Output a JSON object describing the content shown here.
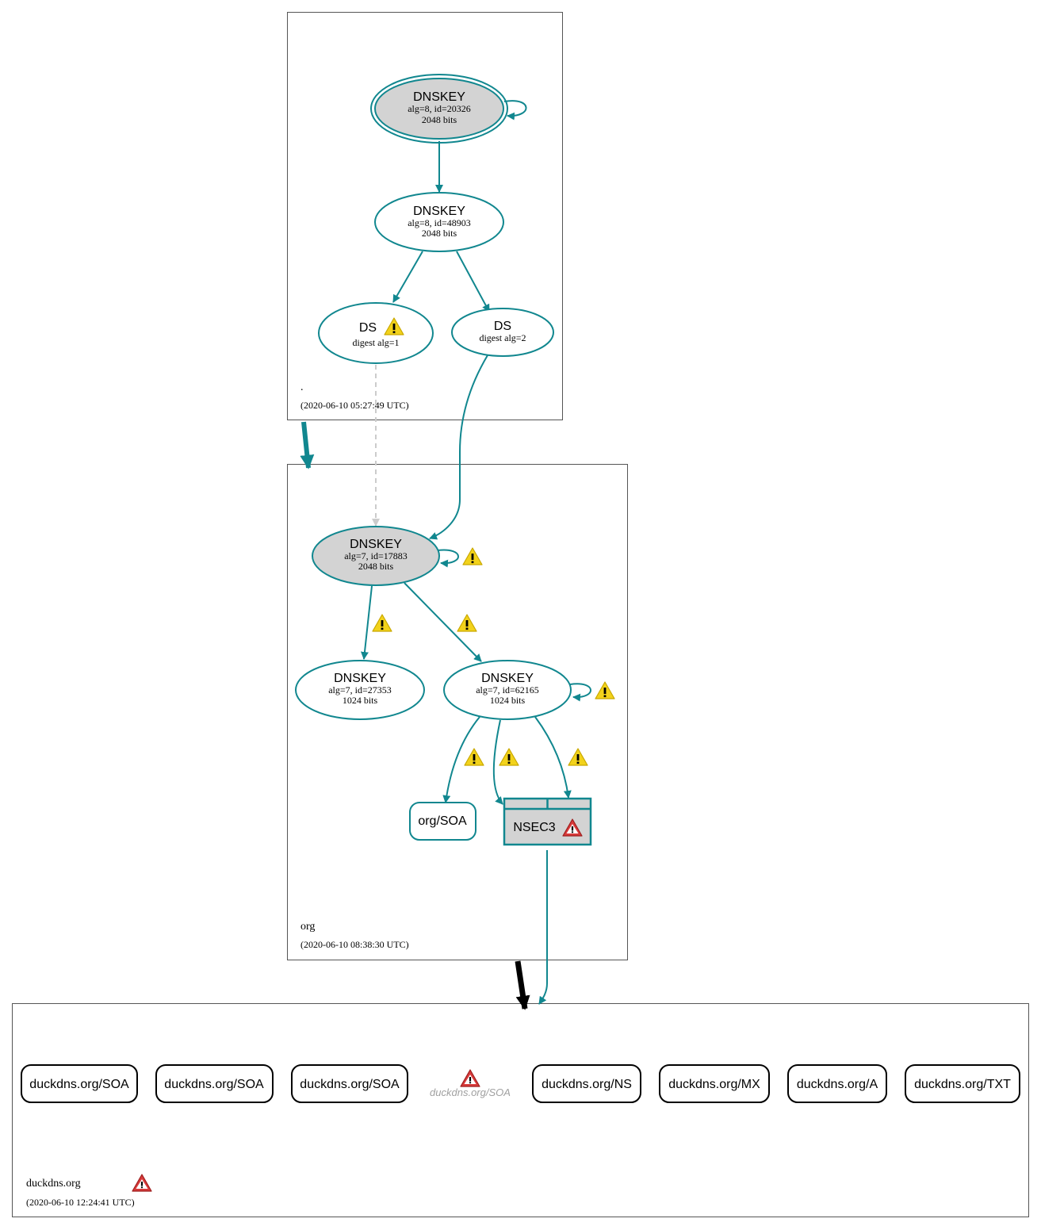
{
  "colors": {
    "edge": "#11878f",
    "node_fill_grey": "#d3d3d3",
    "warn_yellow": "#f2d21b",
    "warn_red": "#d83a3a",
    "dashed": "#cccccc",
    "insecure_text": "#a0a0a0"
  },
  "zones": {
    "root": {
      "name": ".",
      "timestamp": "(2020-06-10 05:27:49 UTC)"
    },
    "org": {
      "name": "org",
      "timestamp": "(2020-06-10 08:38:30 UTC)"
    },
    "duckdns": {
      "name": "duckdns.org",
      "timestamp": "(2020-06-10 12:24:41 UTC)"
    }
  },
  "nodes": {
    "root_ksk": {
      "title": "DNSKEY",
      "line1": "alg=8, id=20326",
      "line2": "2048 bits"
    },
    "root_zsk": {
      "title": "DNSKEY",
      "line1": "alg=8, id=48903",
      "line2": "2048 bits"
    },
    "ds1": {
      "title": "DS",
      "line1": "digest alg=1"
    },
    "ds2": {
      "title": "DS",
      "line1": "digest alg=2"
    },
    "org_ksk": {
      "title": "DNSKEY",
      "line1": "alg=7, id=17883",
      "line2": "2048 bits"
    },
    "org_key_27353": {
      "title": "DNSKEY",
      "line1": "alg=7, id=27353",
      "line2": "1024 bits"
    },
    "org_key_62165": {
      "title": "DNSKEY",
      "line1": "alg=7, id=62165",
      "line2": "1024 bits"
    },
    "org_soa": {
      "label": "org/SOA"
    },
    "nsec3": {
      "label": "NSEC3"
    }
  },
  "records": [
    "duckdns.org/SOA",
    "duckdns.org/SOA",
    "duckdns.org/SOA",
    "duckdns.org/SOA",
    "duckdns.org/NS",
    "duckdns.org/MX",
    "duckdns.org/A",
    "duckdns.org/TXT"
  ],
  "icons": {
    "warning": "warning-icon",
    "error": "error-icon"
  }
}
